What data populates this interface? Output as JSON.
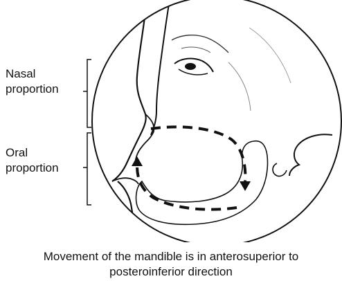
{
  "labels": {
    "nasal_line1": "Nasal",
    "nasal_line2": "proportion",
    "oral_line1": "Oral",
    "oral_line2": "proportion"
  },
  "caption": {
    "line1": "Movement of the mandible is in anterosuperior to",
    "line2": "posteroinferior direction"
  },
  "colors": {
    "ink": "#111111",
    "background": "#ffffff"
  }
}
